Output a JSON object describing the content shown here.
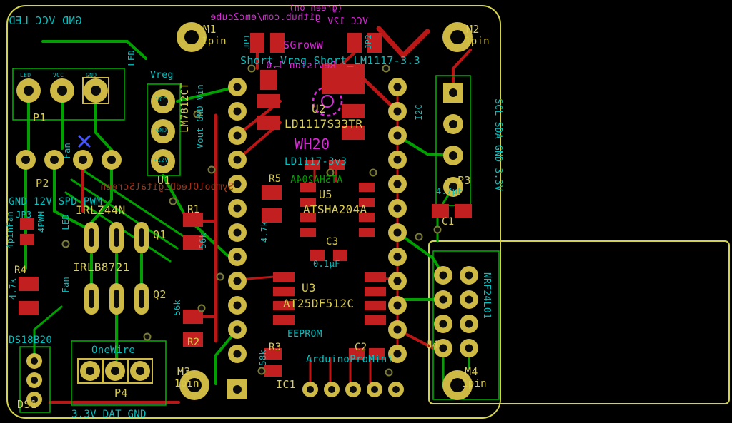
{
  "colors": {
    "board_edge": "#d4d44a",
    "silkscreen": "#00c2c2",
    "copper_front": "#bb1616",
    "copper_back": "#00a000",
    "pad": "#cdb944",
    "back_silk": "#d929d9",
    "ref_text": "#d9cc4e"
  },
  "texts": {
    "back_top_left": "GND VCC LED",
    "github": "github.com/emc2cube",
    "green_on": "(green on)",
    "vcc_12v": "VCC 12V",
    "board_name": "SGrowW",
    "revision": "Revision 1.0",
    "short_vreg": "Short_Vreg Short_LM1117-3.3",
    "oled": "SymbolOledDigitalScreen",
    "back_u2": "WH20",
    "back_u5": "ATSHA204A"
  },
  "mounting_holes": [
    {
      "ref": "M1",
      "label": "1pin"
    },
    {
      "ref": "M2",
      "label": "1pin"
    },
    {
      "ref": "M3",
      "label": "1pin"
    },
    {
      "ref": "M4",
      "label": "1pin"
    }
  ],
  "components": {
    "p1": {
      "ref": "P1",
      "pins": [
        "LED",
        "VCC",
        "GND"
      ],
      "net": "LED"
    },
    "p2": {
      "ref": "P2",
      "caption": "GND 12V SPD PWM",
      "net": "Fan"
    },
    "p3": {
      "ref": "P3",
      "silk": "I2C",
      "edge_text": "SCL SDA GND 3.3V"
    },
    "p4": {
      "ref": "P4",
      "silk": "OneWire",
      "caption": "3.3V DAT GND"
    },
    "jp1": {
      "ref": "JP1"
    },
    "jp2": {
      "ref": "JP2"
    },
    "jp3": {
      "ref": "JP3",
      "silk": "4PWM",
      "caption": "4pinFan"
    },
    "u1": {
      "ref": "U1",
      "value": "LM7812CT",
      "silk": "Vreg",
      "pins": [
        "VCC",
        "GND",
        "+12V"
      ],
      "side": "Vout GND Vin"
    },
    "u2": {
      "ref": "U2",
      "value": "LD1117S33TR",
      "silk": "LD1117-3v3"
    },
    "u3": {
      "ref": "U3",
      "value": "AT25DF512C",
      "silk": "EEPROM"
    },
    "u4": {
      "ref": "U4",
      "silk": "NRF24L01"
    },
    "u5": {
      "ref": "U5",
      "value": "ATSHA204A"
    },
    "q1": {
      "ref": "Q1",
      "value": "IRLZ44N",
      "net": "LED"
    },
    "q2": {
      "ref": "Q2",
      "value": "IRLB8721",
      "net": "Fan"
    },
    "r1": {
      "ref": "R1",
      "value": "56k"
    },
    "r2": {
      "ref": "R2",
      "value": "56k"
    },
    "r3": {
      "ref": "R3",
      "value": "58k"
    },
    "r4": {
      "ref": "R4",
      "value": "4.7k"
    },
    "r5": {
      "ref": "R5",
      "value": "4.7k"
    },
    "c1": {
      "ref": "C1",
      "value": "4.7µF"
    },
    "c2": {
      "ref": "C2"
    },
    "c3": {
      "ref": "C3",
      "value": "0.1µF"
    },
    "ic1": {
      "ref": "IC1",
      "silk": "ArduinoProMini"
    },
    "ds1": {
      "ref": "DS1",
      "silk": "DS18B20"
    }
  }
}
